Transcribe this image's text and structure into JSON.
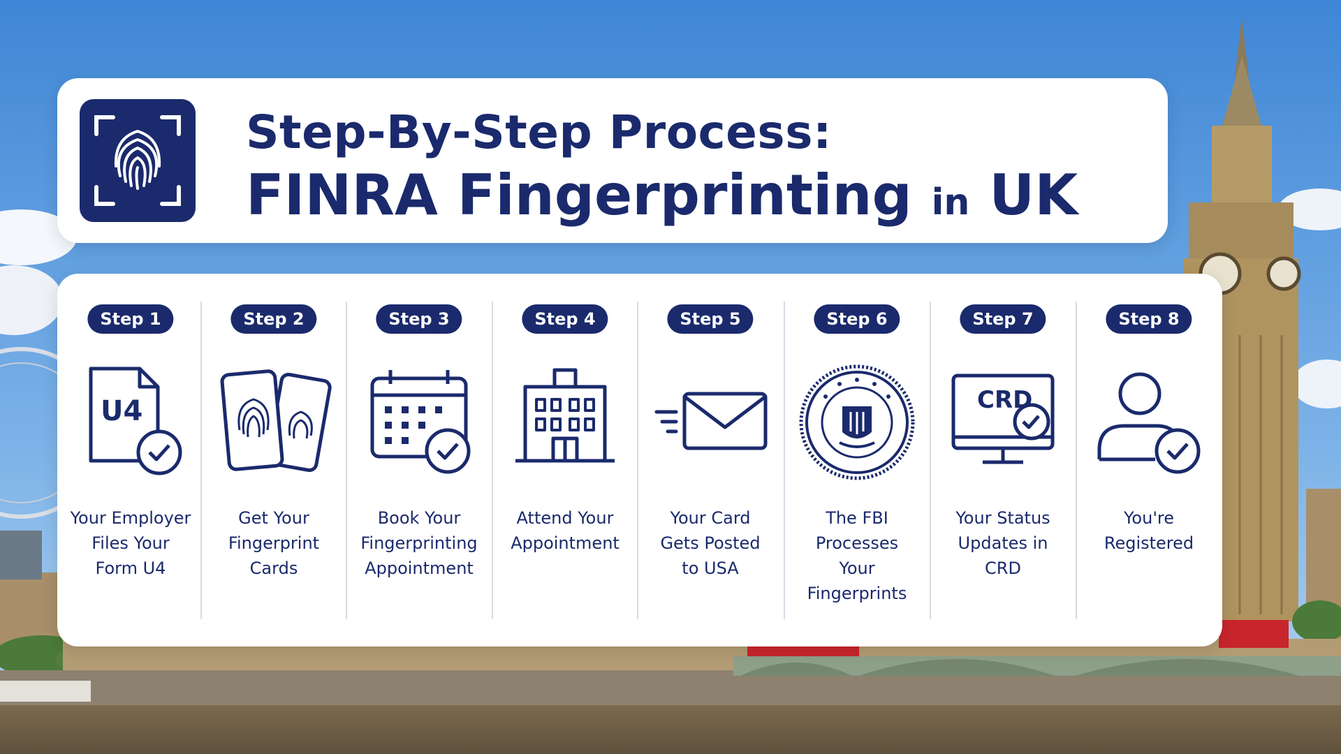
{
  "header": {
    "title_line1": "Step-By-Step Process:",
    "title_main": "FINRA Fingerprinting",
    "title_in": "in",
    "title_end": "UK"
  },
  "steps": [
    {
      "badge": "Step 1",
      "label": "Your Employer\nFiles Your\nForm U4",
      "icon": "form-u4-check-icon",
      "icon_text": "U4"
    },
    {
      "badge": "Step 2",
      "label": "Get Your\nFingerprint\nCards",
      "icon": "fingerprint-cards-icon"
    },
    {
      "badge": "Step 3",
      "label": "Book Your\nFingerprinting\nAppointment",
      "icon": "calendar-check-icon"
    },
    {
      "badge": "Step 4",
      "label": "Attend Your\nAppointment",
      "icon": "building-icon"
    },
    {
      "badge": "Step 5",
      "label": "Your Card\nGets Posted\nto USA",
      "icon": "envelope-icon"
    },
    {
      "badge": "Step 6",
      "label": "The FBI\nProcesses\nYour\nFingerprints",
      "icon": "fbi-seal-icon"
    },
    {
      "badge": "Step 7",
      "label": "Your Status\nUpdates in\nCRD",
      "icon": "crd-monitor-icon",
      "icon_text": "CRD"
    },
    {
      "badge": "Step 8",
      "label": "You're\nRegistered",
      "icon": "user-check-icon"
    }
  ],
  "colors": {
    "navy": "#1a2a6c",
    "sky": "#4a90d9",
    "card": "#ffffff"
  },
  "background": {
    "scene": "london-skyline-photo"
  }
}
